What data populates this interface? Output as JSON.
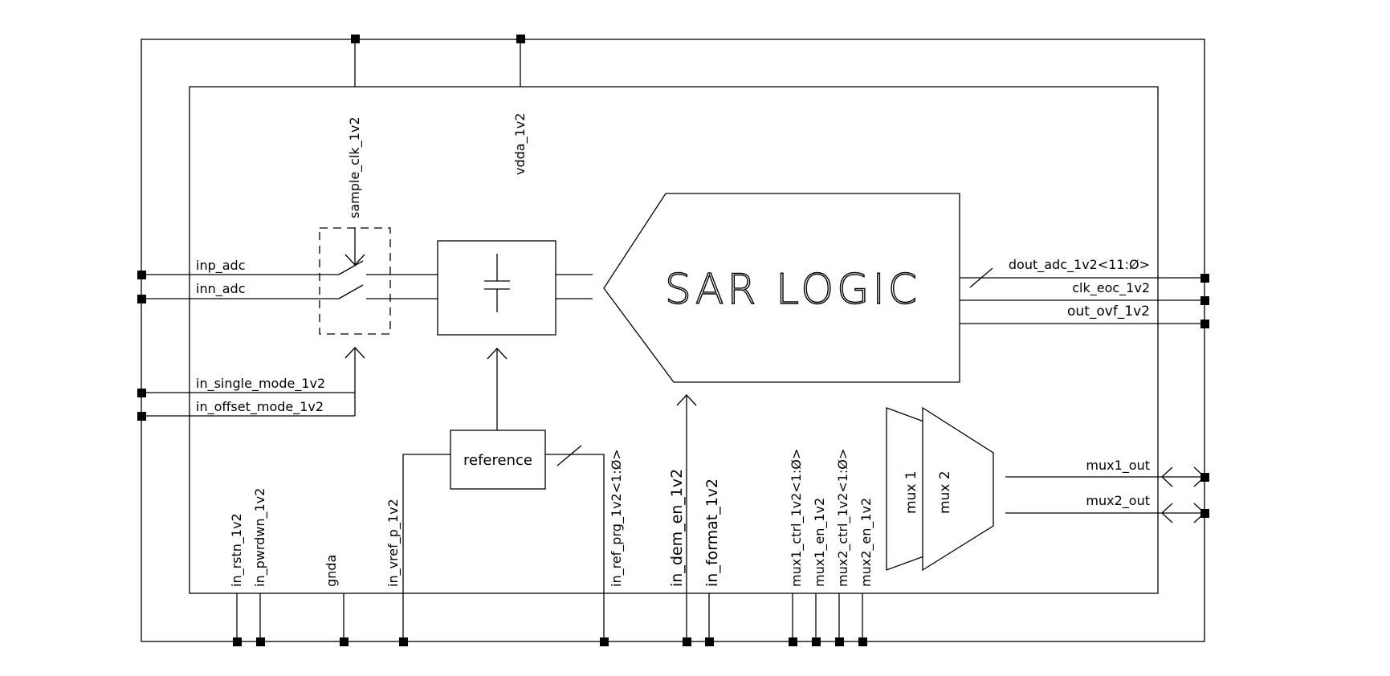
{
  "blocks": {
    "sar_logic": "SAR LOGIC",
    "reference": "reference",
    "mux1": "mux 1",
    "mux2": "mux 2"
  },
  "pins": {
    "sample_clk": "sample_clk_1v2",
    "vdda": "vdda_1v2",
    "inp_adc": "inp_adc",
    "inn_adc": "inn_adc",
    "in_single_mode": "in_single_mode_1v2",
    "in_offset_mode": "in_offset_mode_1v2",
    "dout_adc": "dout_adc_1v2<11:Ø>",
    "clk_eoc": "clk_eoc_1v2",
    "out_ovf": "out_ovf_1v2",
    "mux1_out": "mux1_out",
    "mux2_out": "mux2_out",
    "in_rstn": "in_rstn_1v2",
    "in_pwrdwn": "in_pwrdwn_1v2",
    "gnda": "gnda",
    "in_vref_p": "in_vref_p_1v2",
    "in_ref_prg": "in_ref_prg_1v2<1:Ø>",
    "in_dem_en": "in_dem_en_1v2",
    "in_format": "in_format_1v2",
    "mux1_ctrl": "mux1_ctrl_1v2<1:Ø>",
    "mux1_en": "mux1_en_1v2",
    "mux2_ctrl": "mux2_ctrl_1v2<1:Ø>",
    "mux2_en": "mux2_en_1v2"
  }
}
